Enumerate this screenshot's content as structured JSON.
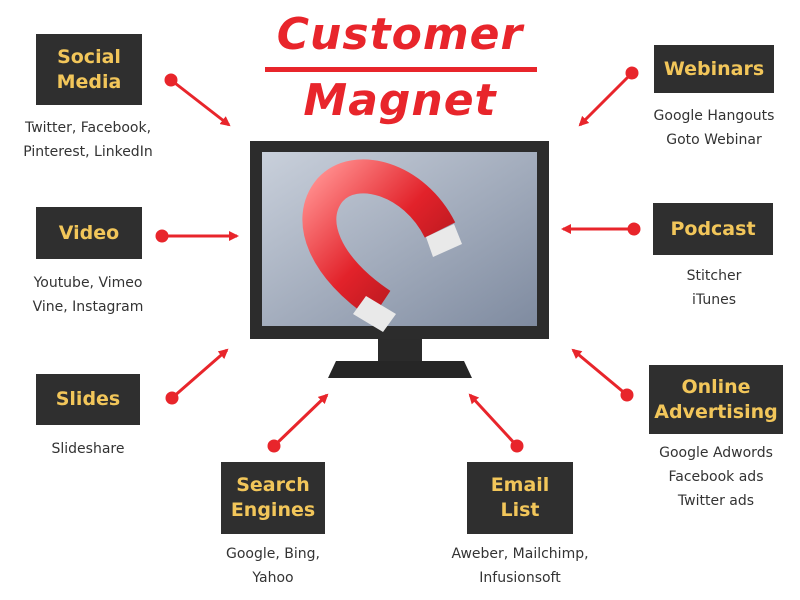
{
  "title": {
    "line1": "Customer",
    "line2": "Magnet"
  },
  "colors": {
    "accent": "#e8252b",
    "box_bg": "#2f2f2f",
    "box_text": "#f2c65a",
    "screen_bg": "#a9b3c4"
  },
  "channels": {
    "social": {
      "label": "Social\nMedia",
      "desc": "Twitter, Facebook,\nPinterest, LinkedIn"
    },
    "video": {
      "label": "Video",
      "desc": "Youtube, Vimeo\nVine, Instagram"
    },
    "slides": {
      "label": "Slides",
      "desc": "Slideshare"
    },
    "search": {
      "label": "Search\nEngines",
      "desc": "Google, Bing,\nYahoo"
    },
    "email": {
      "label": "Email\nList",
      "desc": "Aweber, Mailchimp,\nInfusionsoft"
    },
    "webinars": {
      "label": "Webinars",
      "desc": "Google Hangouts\nGoto Webinar"
    },
    "podcast": {
      "label": "Podcast",
      "desc": "Stitcher\niTunes"
    },
    "online": {
      "label": "Online\nAdvertising",
      "desc": "Google Adwords\nFacebook ads\nTwitter ads"
    }
  },
  "icons": {
    "center": "magnet-icon",
    "device": "monitor-icon"
  }
}
